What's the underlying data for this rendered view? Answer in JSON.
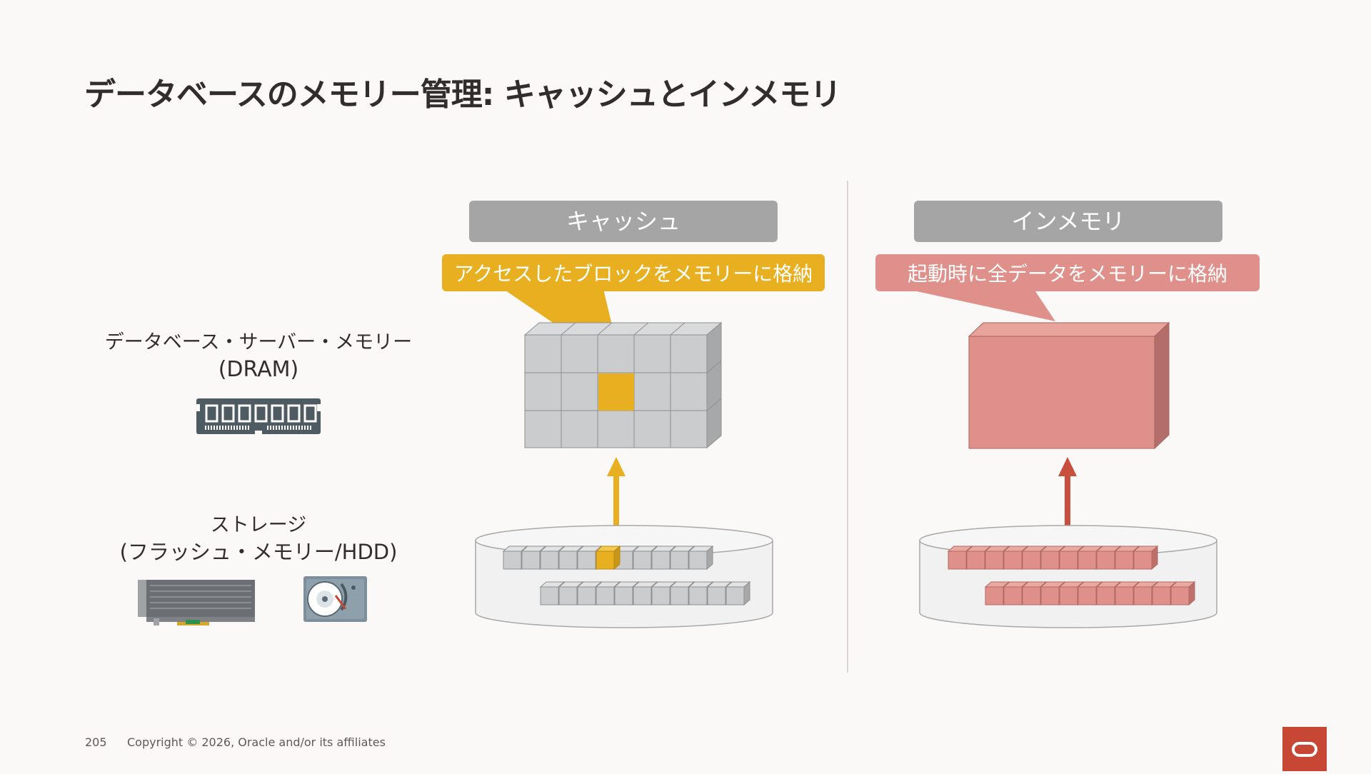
{
  "title": "データベースのメモリー管理: キャッシュとインメモリ",
  "left_labels": {
    "dram_line1": "データベース・サーバー・メモリー",
    "dram_line2": "(DRAM)",
    "storage_line1": "ストレージ",
    "storage_line2": "(フラッシュ・メモリー/HDD)"
  },
  "cache": {
    "header": "キャッシュ",
    "callout": "アクセスしたブロックをメモリーに格納"
  },
  "inmemory": {
    "header": "インメモリ",
    "callout": "起動時に全データをメモリーに格納"
  },
  "footer": {
    "page_number": "205",
    "copyright": "Copyright © 2026, Oracle and/or its affiliates"
  },
  "colors": {
    "cache_accent": "#e8b020",
    "inmemory_accent": "#e0908a",
    "inmemory_arrow": "#c84e3e",
    "header_gray": "#a5a5a5",
    "oracle_red": "#c74634"
  }
}
